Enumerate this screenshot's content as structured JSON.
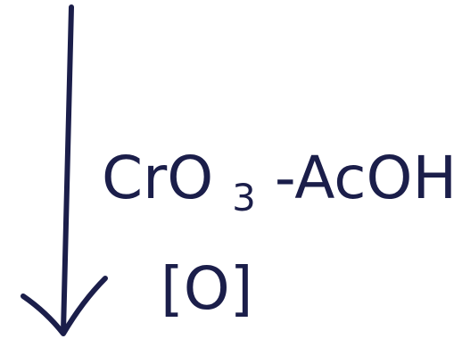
{
  "reaction_step": {
    "reagent": {
      "main": "CrO",
      "subscript": "3",
      "suffix": "-AcOH"
    },
    "condition": "[O]",
    "ink_color": "#1b1e4a"
  }
}
